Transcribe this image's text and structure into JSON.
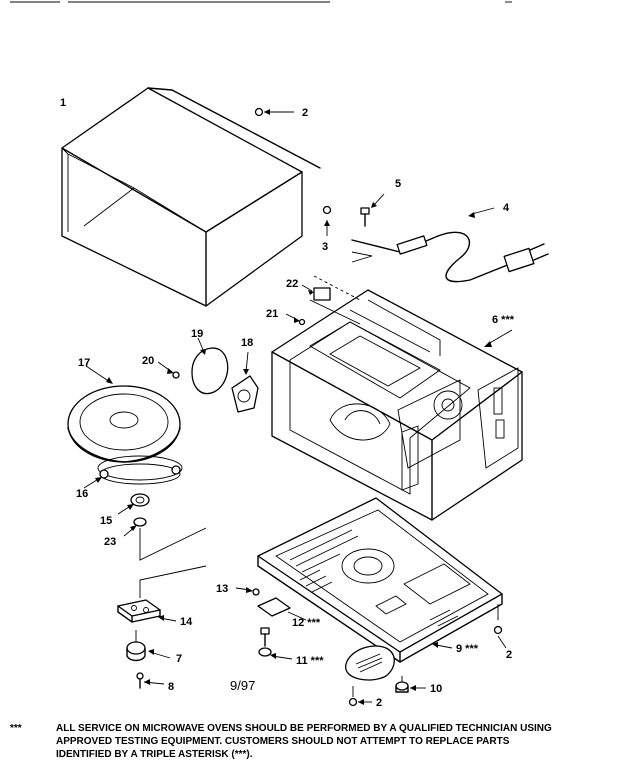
{
  "parts": {
    "p1": "1",
    "p2a": "2",
    "p3": "3",
    "p4": "4",
    "p5": "5",
    "p6": "6 ***",
    "p7": "7",
    "p8": "8",
    "p9": "9 ***",
    "p10": "10",
    "p11": "11 ***",
    "p12": "12 ***",
    "p13": "13",
    "p14": "14",
    "p15": "15",
    "p16": "16",
    "p17": "17",
    "p18": "18",
    "p19": "19",
    "p20": "20",
    "p21": "21",
    "p22": "22",
    "p23": "23",
    "p2b": "2",
    "p2c": "2"
  },
  "date_code": "9/97",
  "footnote": {
    "marker": "***",
    "line1": "ALL SERVICE ON MICROWAVE OVENS SHOULD BE PERFORMED BY A  QUALIFIED TECHNICIAN USING",
    "line2": "APPROVED TESTING EQUIPMENT.  CUSTOMERS SHOULD NOT ATTEMPT TO REPLACE PARTS",
    "line3": "IDENTIFIED BY A TRIPLE ASTERISK (***)."
  }
}
